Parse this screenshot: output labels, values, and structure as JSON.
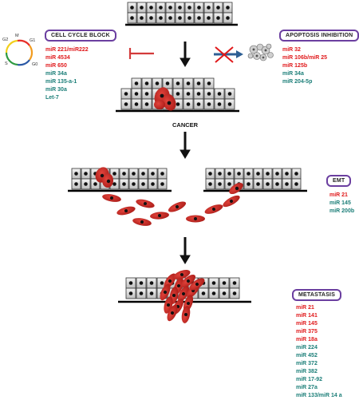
{
  "boxes": {
    "cell_cycle": "CELL CYCLE BLOCK",
    "apoptosis": "APOPTOSIS INHIBITION",
    "emt": "EMT",
    "metastasis": "METASTASIS"
  },
  "cancer_label": "CANCER",
  "cycle_labels": {
    "m": "M",
    "g1": "G1",
    "g0": "G0",
    "s": "S",
    "g2": "G2"
  },
  "lists": {
    "cell_cycle": [
      {
        "t": "miR 221/miR222",
        "c": "red"
      },
      {
        "t": "miR 4534",
        "c": "red"
      },
      {
        "t": "miR 650",
        "c": "red"
      },
      {
        "t": "miR 34a",
        "c": "teal"
      },
      {
        "t": "miR 135-a-1",
        "c": "teal"
      },
      {
        "t": "miR 30a",
        "c": "teal"
      },
      {
        "t": "Let-7",
        "c": "teal"
      }
    ],
    "apoptosis": [
      {
        "t": "miR 32",
        "c": "red"
      },
      {
        "t": "miR 106b/miR 25",
        "c": "red"
      },
      {
        "t": "miR 125b",
        "c": "red"
      },
      {
        "t": "miR 34a",
        "c": "teal"
      },
      {
        "t": "miR 204-5p",
        "c": "teal"
      }
    ],
    "emt": [
      {
        "t": "miR 21",
        "c": "red"
      },
      {
        "t": "miR 145",
        "c": "teal"
      },
      {
        "t": "miR 200b",
        "c": "teal"
      }
    ],
    "metastasis": [
      {
        "t": "miR 21",
        "c": "red"
      },
      {
        "t": "miR 141",
        "c": "red"
      },
      {
        "t": "miR 145",
        "c": "red"
      },
      {
        "t": "miR 375",
        "c": "red"
      },
      {
        "t": "miR 18a",
        "c": "red"
      },
      {
        "t": "miR 224",
        "c": "teal"
      },
      {
        "t": "miR 452",
        "c": "teal"
      },
      {
        "t": "miR 372",
        "c": "teal"
      },
      {
        "t": "miR 382",
        "c": "teal"
      },
      {
        "t": "miR 17-92",
        "c": "teal"
      },
      {
        "t": "miR 27a",
        "c": "teal"
      },
      {
        "t": "miR 133/miR 14 a",
        "c": "teal"
      }
    ]
  },
  "colors": {
    "red": "#e0191b",
    "teal": "#1b7e78",
    "purple": "#6b3fa0",
    "tumor": "#c8231f"
  }
}
